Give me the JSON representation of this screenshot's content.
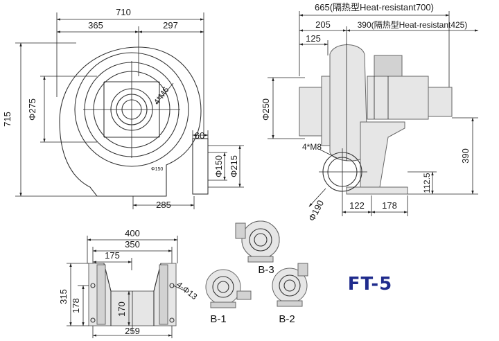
{
  "front_view": {
    "dims": {
      "overall_width": "710",
      "left_span": "365",
      "right_span": "297",
      "height": "715",
      "bore": "Φ275",
      "bolts": "4*M6",
      "flange_depth": "60",
      "outlet_inner": "Φ150",
      "outlet_outer": "Φ215",
      "foot_width": "285",
      "small_mark": "Φ150"
    }
  },
  "side_view": {
    "dims": {
      "length_top": "665(隔热型Heat-resistant700)",
      "length_mid": "390(隔热型Heat-resistant425)",
      "inlet_offset": "205",
      "inlet_flange": "125",
      "inlet_dia": "Φ250",
      "bolts": "4*M8",
      "flange_dia": "Φ190",
      "height": "390",
      "shaft_height": "112.5",
      "base_a": "122",
      "base_b": "178"
    }
  },
  "base_view": {
    "dims": {
      "outer": "400",
      "inner": "350",
      "half": "175",
      "total_h": "315",
      "mid_h": "178",
      "low_h": "170",
      "hole_span": "259",
      "holes": "4-Φ13"
    }
  },
  "orientations": {
    "b1": "B-1",
    "b2": "B-2",
    "b3": "B-3"
  },
  "model": "FT-5"
}
